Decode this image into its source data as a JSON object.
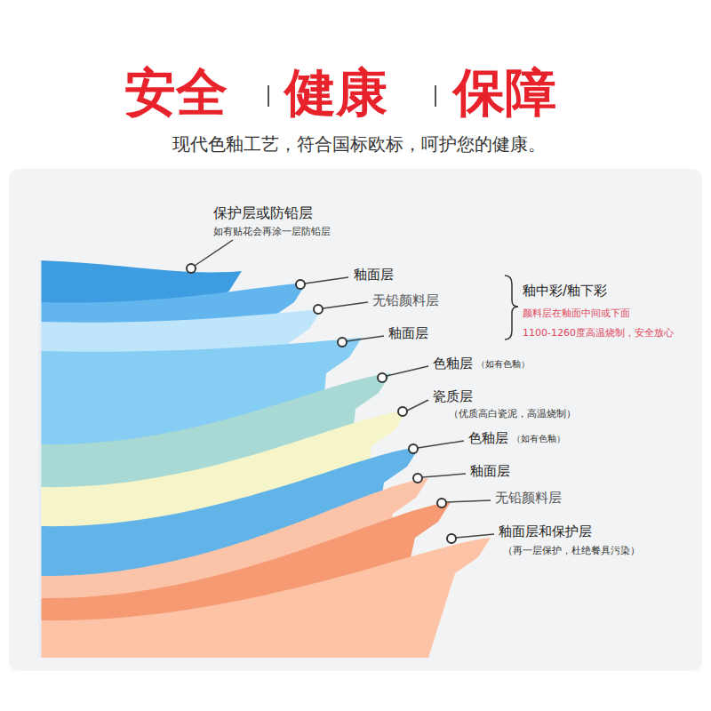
{
  "diagram": {
    "labels": [
      "安全",
      "健康",
      "保障",
      "现代色釉工艺，符合国标欧标，呵护您的健康。",
      "保护层或防铅层",
      "如有贴花会再涂一层防铅层",
      "釉面层",
      "无铅颜料层",
      "釉面层",
      "釉中彩/釉下彩",
      "颜料层在釉面中间或下面",
      "1100-1260度高温烧制，安全放心",
      "色釉层",
      "（如有色釉）",
      "瓷质层",
      "（优质高白瓷泥，高温烧制）",
      "色釉层",
      "（如有色釉）",
      "釉面层",
      "无铅颜料层",
      "釉面层和保护层",
      "（再一层保护，杜绝餐具污染）"
    ]
  }
}
